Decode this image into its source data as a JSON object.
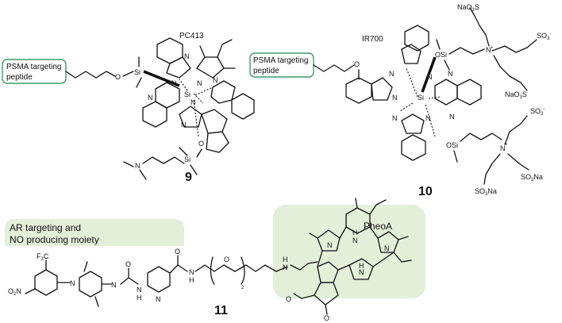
{
  "box_psma_9": "PSMA targeting peptide",
  "box_psma_10": "PSMA targeting peptide",
  "name_9": "PC413",
  "name_10": "IR700",
  "num_9": "9",
  "num_10": "10",
  "num_11": "11",
  "ar_label_line1": "AR targeting and",
  "ar_label_line2": "NO producing moiety",
  "pheoa_label": "PheoA",
  "colors": {
    "box_border": "#3f9a6b",
    "panel_fill": "#e3efd9",
    "ink": "#111111"
  },
  "atoms": {
    "o": "O",
    "n": "N",
    "si": "Si",
    "h": "H",
    "nao3s": "NaO3S",
    "so3": "SO3",
    "so3na": "SO3Na",
    "nplus": "N+",
    "f3c": "F3C",
    "o2n": "O2N",
    "sub2": "2"
  }
}
